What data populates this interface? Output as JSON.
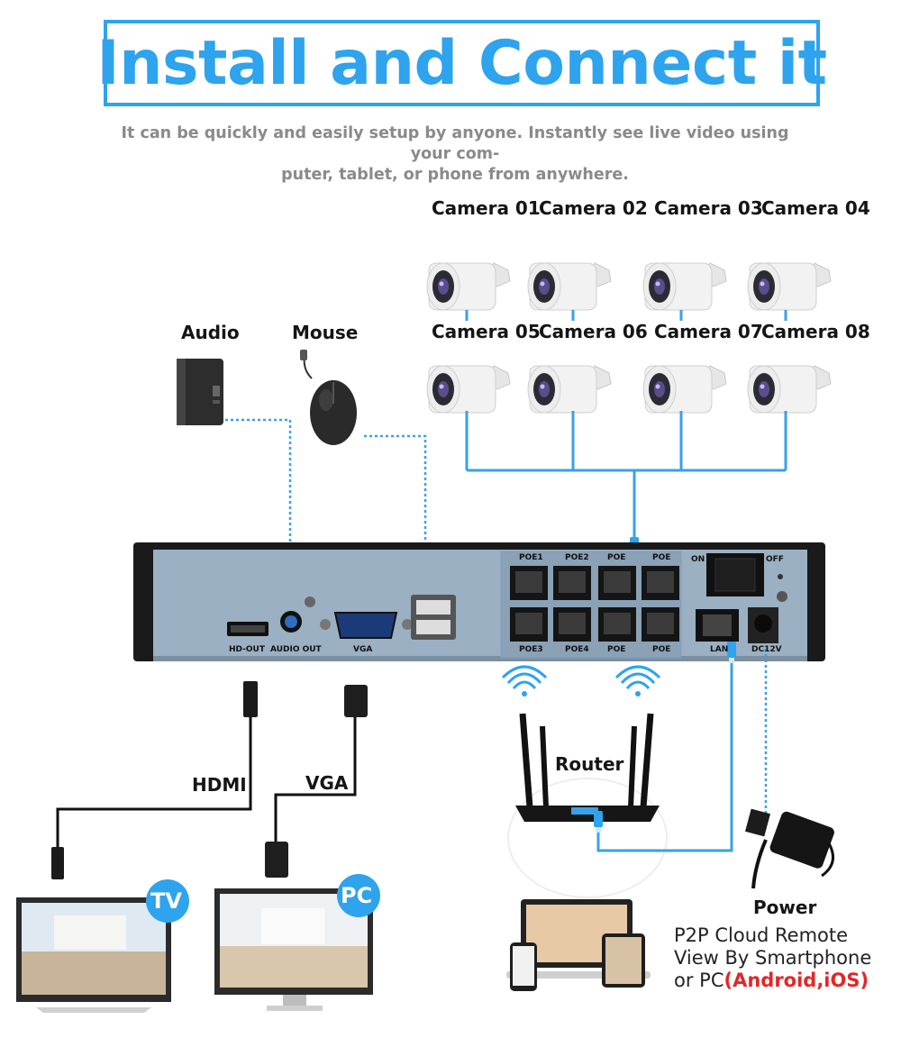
{
  "title": "Install and Connect it",
  "subtitle_line1": "It can be quickly and easily setup by anyone. Instantly see live video using your com-",
  "subtitle_line2": "puter, tablet, or phone from anywhere.",
  "cameras": {
    "row1": [
      "Camera 01",
      "Camera 02",
      "Camera 03",
      "Camera 04"
    ],
    "row2": [
      "Camera 05",
      "Camera 06",
      "Camera 07",
      "Camera 08"
    ]
  },
  "peripherals": {
    "audio": "Audio",
    "mouse": "Mouse",
    "hdmi": "HDMI",
    "vga": "VGA",
    "router": "Router",
    "power": "Power",
    "tv_badge": "TV",
    "pc_badge": "PC"
  },
  "nvr_ports": {
    "hd_out": "HD-OUT",
    "audio_out": "AUDIO OUT",
    "vga": "VGA",
    "poe1": "POE1",
    "poe2": "POE2",
    "poe": "POE",
    "poe3": "POE3",
    "poe4": "POE4",
    "on": "ON",
    "off": "OFF",
    "lan": "LAN",
    "dc12v": "DC12V"
  },
  "remote": {
    "line1": "P2P Cloud Remote",
    "line2": "View By Smartphone",
    "line3_prefix": "or PC",
    "line3_highlight": "(Android,iOS)"
  },
  "colors": {
    "accent": "#2ea3ee",
    "wire": "#3aa0e8",
    "highlight": "#e32727",
    "nvr_panel": "#9bb0c2"
  }
}
